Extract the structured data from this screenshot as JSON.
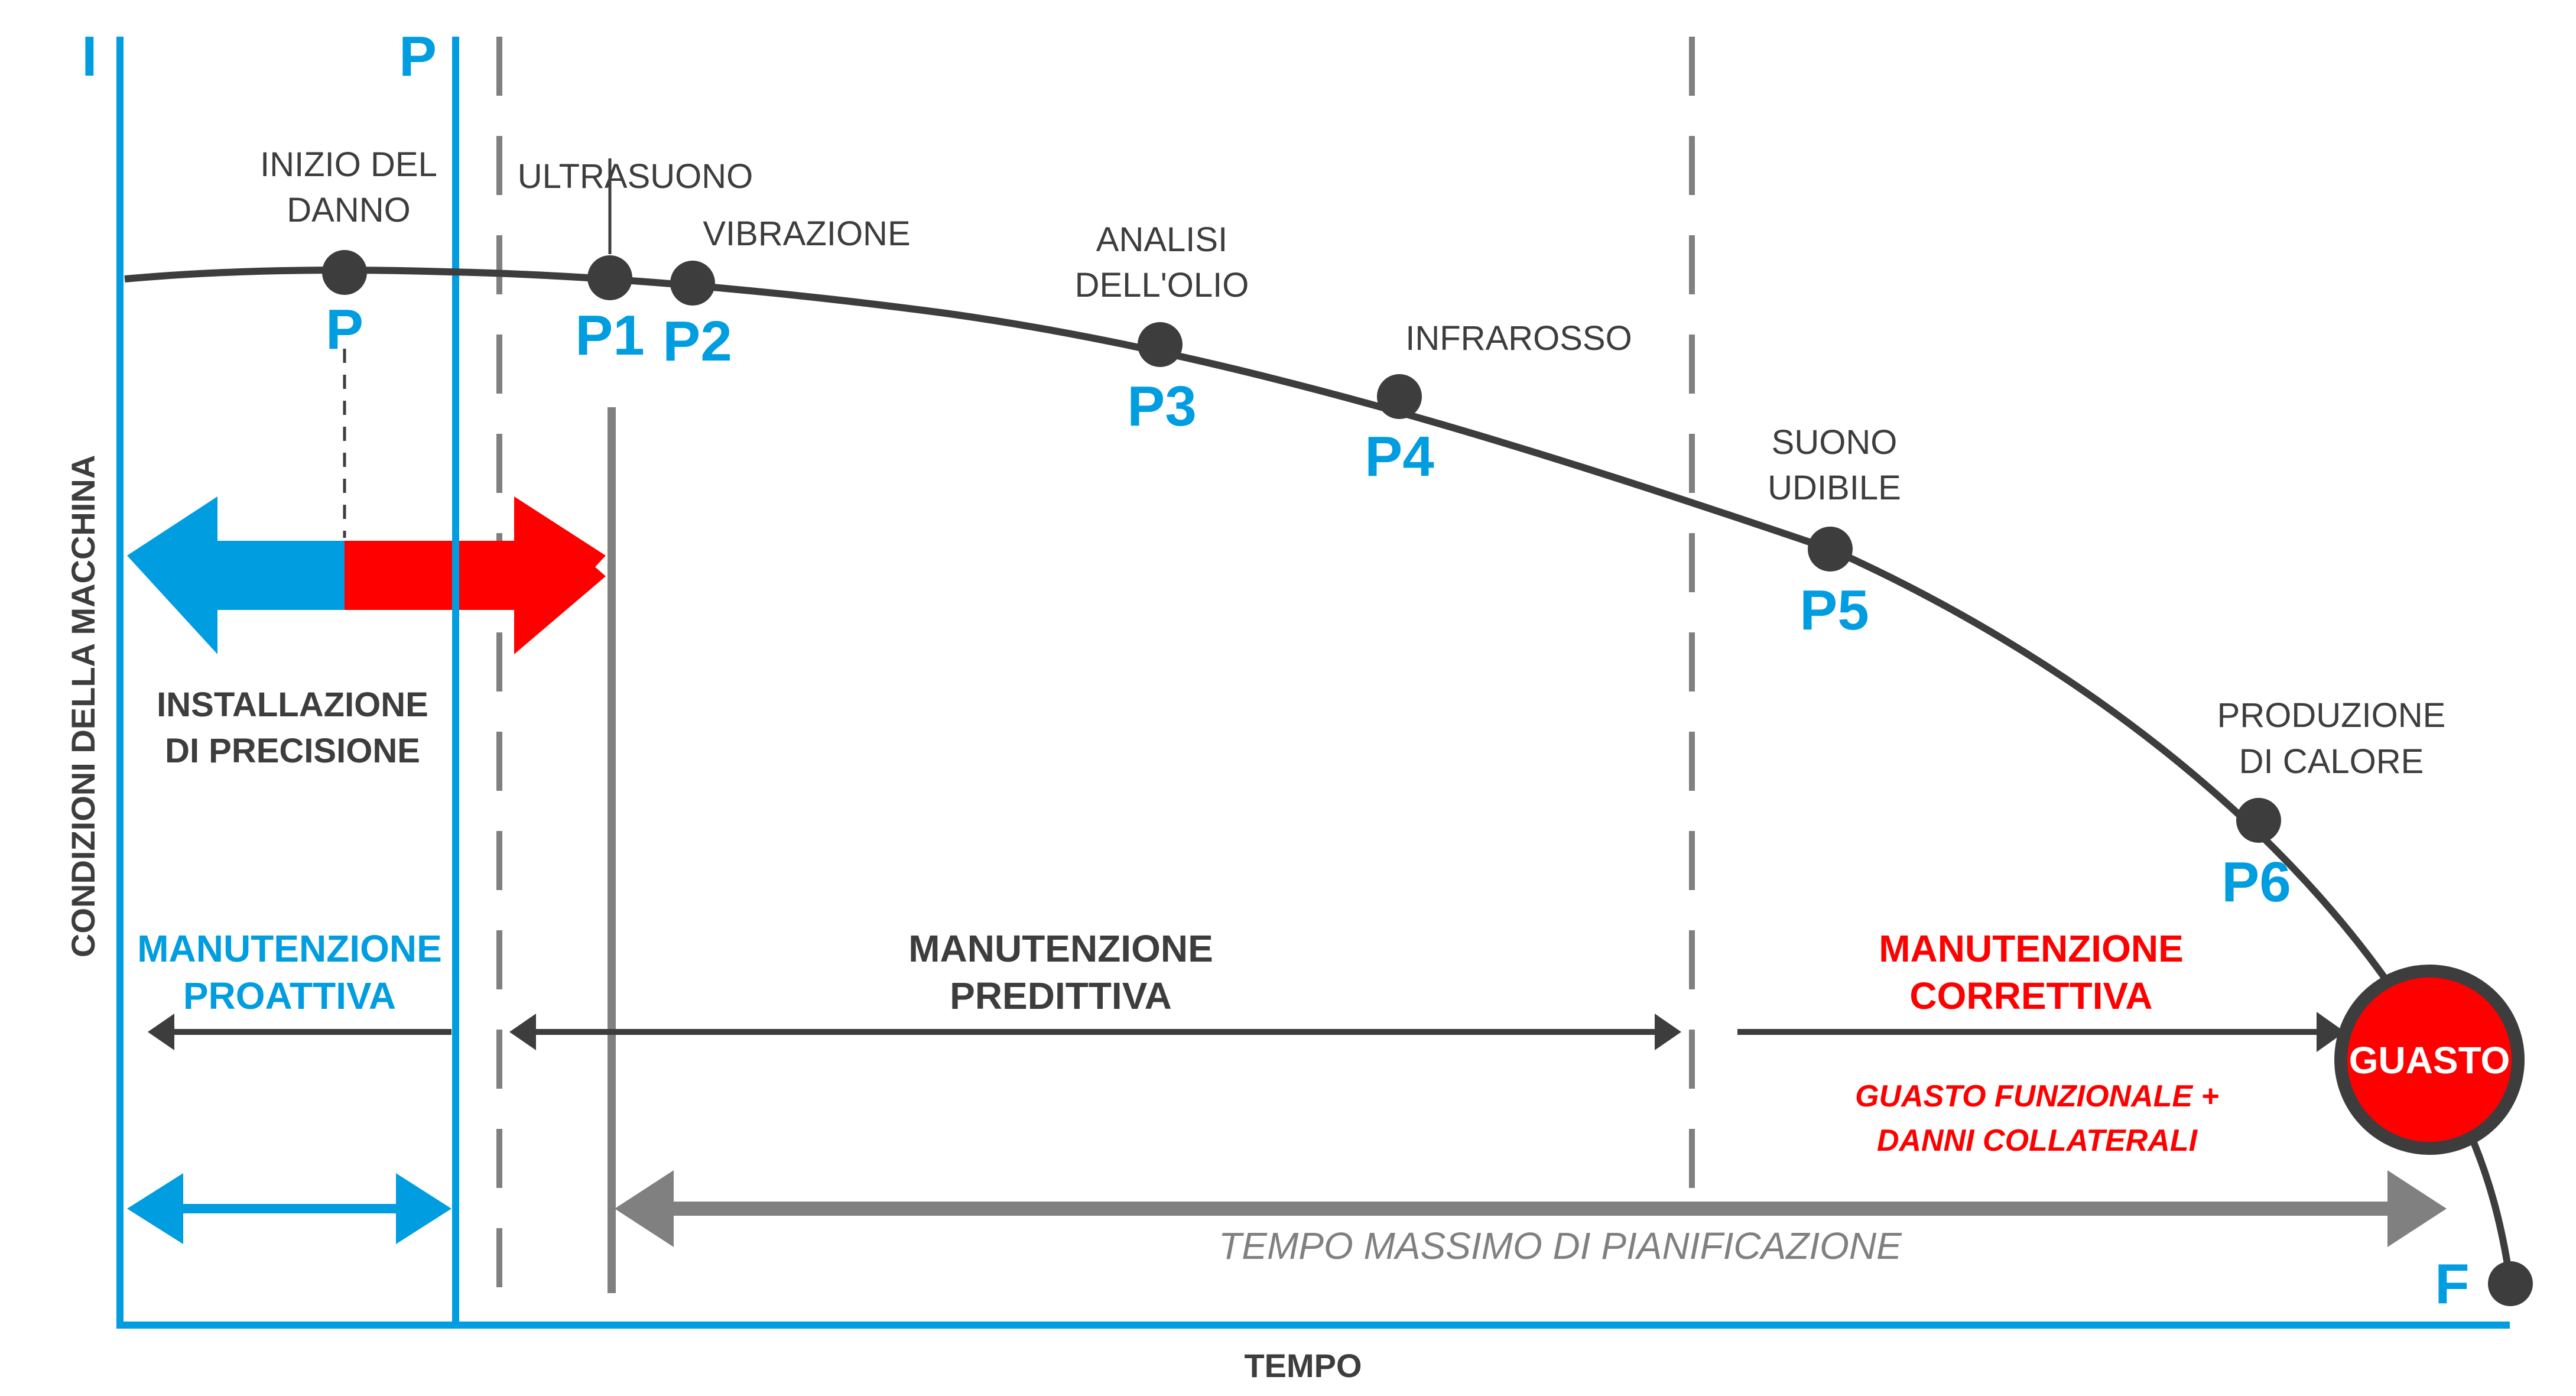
{
  "colors": {
    "blue": "#009de0",
    "red": "#ff0000",
    "dark": "#3d3d3d",
    "gray": "#808080"
  },
  "axes": {
    "y_label": "CONDIZIONI DELLA MACCHINA",
    "x_label": "TEMPO"
  },
  "markers": {
    "I": "I",
    "P_top": "P",
    "F": "F"
  },
  "points": [
    {
      "id": "P",
      "label_lines": [
        "INIZIO DEL",
        "DANNO"
      ]
    },
    {
      "id": "P1",
      "label_lines": [
        "ULTRASUONO"
      ]
    },
    {
      "id": "P2",
      "label_lines": [
        "VIBRAZIONE"
      ]
    },
    {
      "id": "P3",
      "label_lines": [
        "ANALISI",
        "DELL'OLIO"
      ]
    },
    {
      "id": "P4",
      "label_lines": [
        "INFRAROSSO"
      ]
    },
    {
      "id": "P5",
      "label_lines": [
        "SUONO",
        "UDIBILE"
      ]
    },
    {
      "id": "P6",
      "label_lines": [
        "PRODUZIONE",
        "DI CALORE"
      ]
    }
  ],
  "installation": {
    "lines": [
      "INSTALLAZIONE",
      "DI PRECISIONE"
    ]
  },
  "zones": {
    "proactive": {
      "lines": [
        "MANUTENZIONE",
        "PROATTIVA"
      ]
    },
    "predictive": {
      "lines": [
        "MANUTENZIONE",
        "PREDITTIVA"
      ]
    },
    "corrective": {
      "lines": [
        "MANUTENZIONE",
        "CORRETTIVA"
      ]
    }
  },
  "failure": {
    "badge": "GUASTO",
    "note_lines": [
      "GUASTO FUNZIONALE +",
      "DANNI COLLATERALI"
    ]
  },
  "planning": {
    "label": "TEMPO MASSIMO DI PIANIFICAZIONE"
  }
}
